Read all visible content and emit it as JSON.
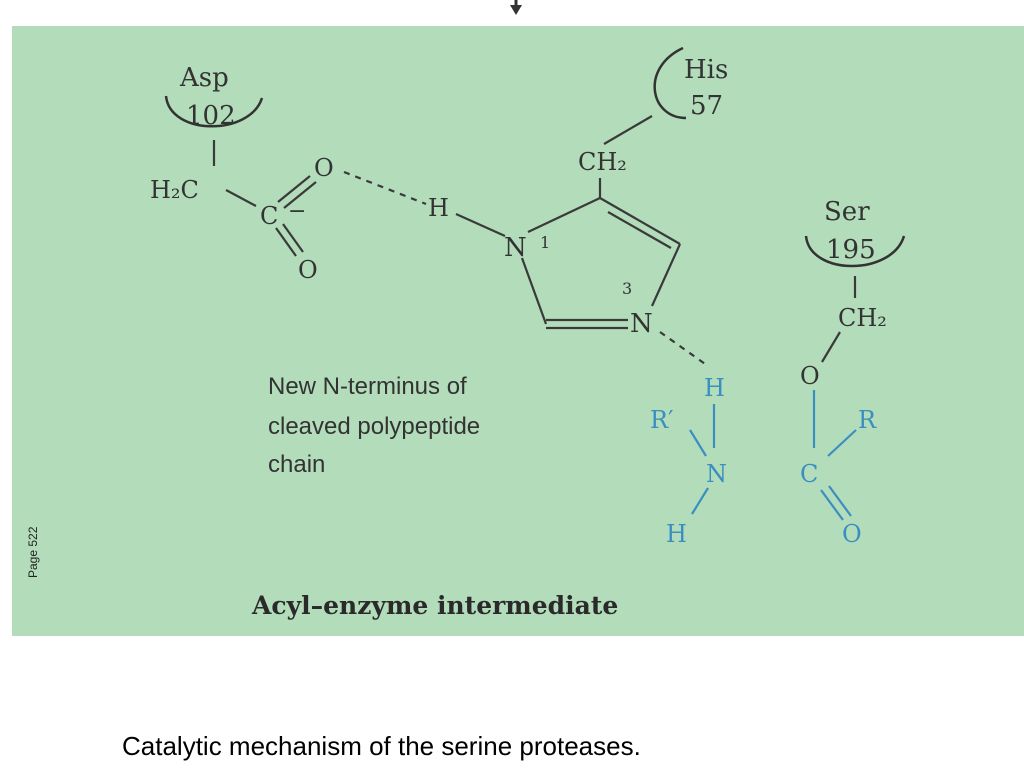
{
  "colors": {
    "background": "#b3dcbb",
    "structure": "#3a3a3a",
    "substrate": "#3a8fc0",
    "hbond": "#3a3a3a"
  },
  "residues": {
    "asp": {
      "name": "Asp",
      "number": "102"
    },
    "his": {
      "name": "His",
      "number": "57"
    },
    "ser": {
      "name": "Ser",
      "number": "195"
    }
  },
  "atoms": {
    "asp_h2c": "H₂C",
    "asp_c": "C",
    "asp_charge": "−",
    "asp_o_top": "O",
    "asp_o_bottom": "O",
    "his_ch2": "CH₂",
    "his_h": "H",
    "his_n1": "N",
    "his_n1_index": "1",
    "his_n3": "N",
    "his_n3_index": "3",
    "ser_ch2": "CH₂",
    "ser_o": "O",
    "ser_c": "C",
    "ser_r": "R",
    "ser_o_carbonyl": "O",
    "sub_h": "H",
    "sub_r_prime": "R′",
    "sub_n": "N",
    "sub_h_bottom": "H"
  },
  "annotation": {
    "line1": "New N-terminus of",
    "line2": "cleaved polypeptide",
    "line3": "chain"
  },
  "diagram_title": "Acyl–enzyme intermediate",
  "side_label": "Page 522",
  "caption": "Catalytic mechanism of the serine proteases."
}
